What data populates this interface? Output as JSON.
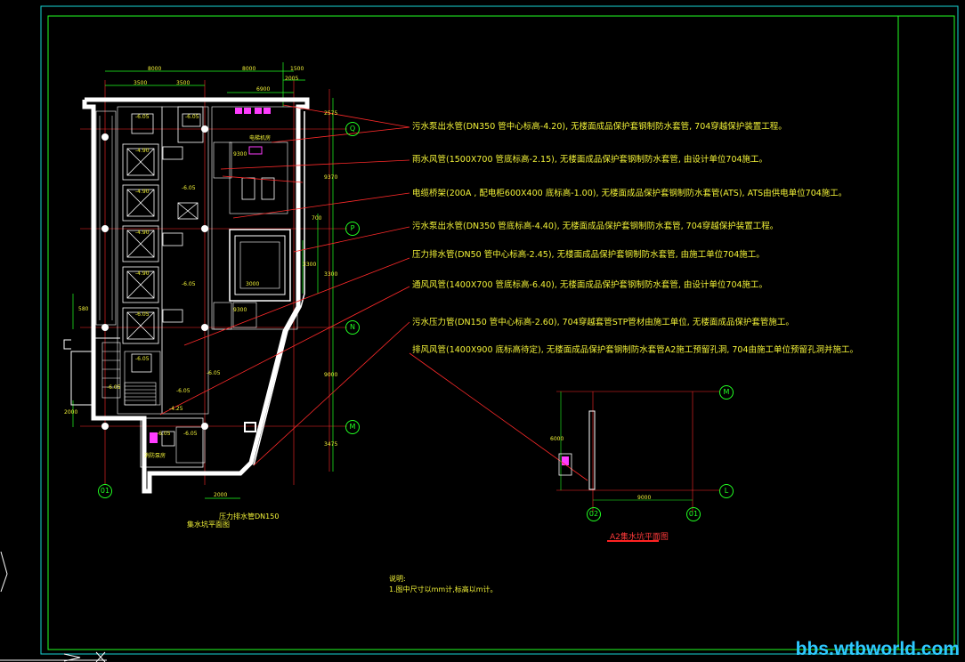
{
  "notes": [
    "污水泵出水管(DN350  管中心标高-4.20), 无楼面成品保护套钢制防水套管, 704穿越保护装置工程。",
    "雨水风管(1500X700  管底标高-2.15), 无楼面成品保护套钢制防水套管, 由设计单位704施工。",
    "电缆桥架(200A , 配电柜600X400  底标高-1.00), 无楼面成品保护套钢制防水套管(ATS), ATS由供电单位704施工。",
    "污水泵出水管(DN350  管底标高-4.40), 无楼面成品保护套钢制防水套管, 704穿越保护装置工程。",
    "压力排水管(DN50  管中心标高-2.45), 无楼面成品保护套钢制防水套管, 由施工单位704施工。",
    "通风风管(1400X700  管底标高-6.40), 无楼面成品保护套钢制防水套管, 由设计单位704施工。",
    "污水压力管(DN150  管中心标高-2.60), 704穿越套管STP管材由施工单位, 无楼面成品保护套管施工。",
    "排风风管(1400X900  底标高待定), 无楼面成品保护套钢制防水套管A2施工预留孔洞, 704由施工单位预留孔洞并施工。"
  ],
  "grid_labels": [
    "Q",
    "P",
    "N",
    "M",
    "01",
    "M",
    "L",
    "02",
    "01"
  ],
  "elevations": [
    "-6.05",
    "-6.05",
    "-4.90",
    "-4.90",
    "-6.05",
    "-4.90",
    "-6.05",
    "-4.90",
    "-6.05",
    "-6.05",
    "-6.05",
    "-6.05",
    "-6.05",
    "-4.25",
    "-6.05",
    "-6.05"
  ],
  "dims_top": [
    "8000",
    "8000",
    "1500",
    "3500",
    "3500",
    "6900",
    "2005"
  ],
  "dims_right": [
    "2575",
    "9370",
    "700",
    "3300",
    "3300",
    "9000",
    "3475"
  ],
  "dims_left": [
    "580",
    "2000"
  ],
  "dims_misc": [
    "2000",
    "3000",
    "9300",
    "9300"
  ],
  "labels": {
    "plan_title": "集水坑平面图",
    "pipe_label": "压力排水管DN150",
    "detail_title": "A2集水坑平面图",
    "legend_title": "说明:",
    "legend_note": "1.图中尺寸以mm计,标高以m计。",
    "room_label": "消防泵房",
    "room_label2": "电梯机房",
    "room_dim": "3000"
  },
  "detail": {
    "width_dim": "9000",
    "height_dim": "6000"
  },
  "watermark": "bbs.wtbworld.com",
  "colors": {
    "background": "#000000",
    "border": "#22ff22",
    "border2": "#19d6d6",
    "walls": "#ffffff",
    "leader": "#ff2a2a",
    "text": "#f2f238",
    "magenta": "#ff3cff",
    "watermark": "#2ec9ff"
  }
}
